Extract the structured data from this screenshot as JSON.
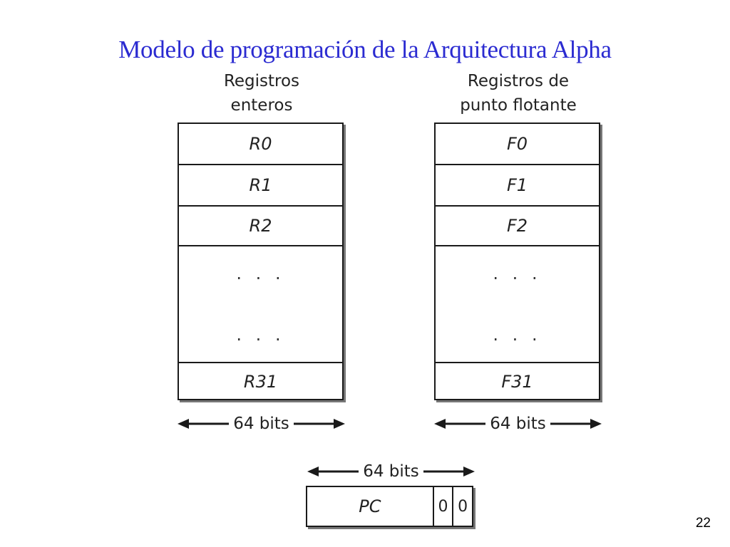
{
  "title": "Modelo de programación de la Arquitectura Alpha",
  "integer_registers": {
    "header_line1": "Registros",
    "header_line2": "enteros",
    "cells": [
      "R0",
      "R1",
      "R2"
    ],
    "ellipsis": ". . .",
    "last_cell": "R31",
    "width_label": "64 bits"
  },
  "float_registers": {
    "header_line1": "Registros de",
    "header_line2": "punto flotante",
    "cells": [
      "F0",
      "F1",
      "F2"
    ],
    "ellipsis": ". . .",
    "last_cell": "F31",
    "width_label": "64 bits"
  },
  "pc_register": {
    "width_label": "64 bits",
    "label": "PC",
    "bits": [
      "0",
      "0"
    ]
  },
  "page_number": "22"
}
